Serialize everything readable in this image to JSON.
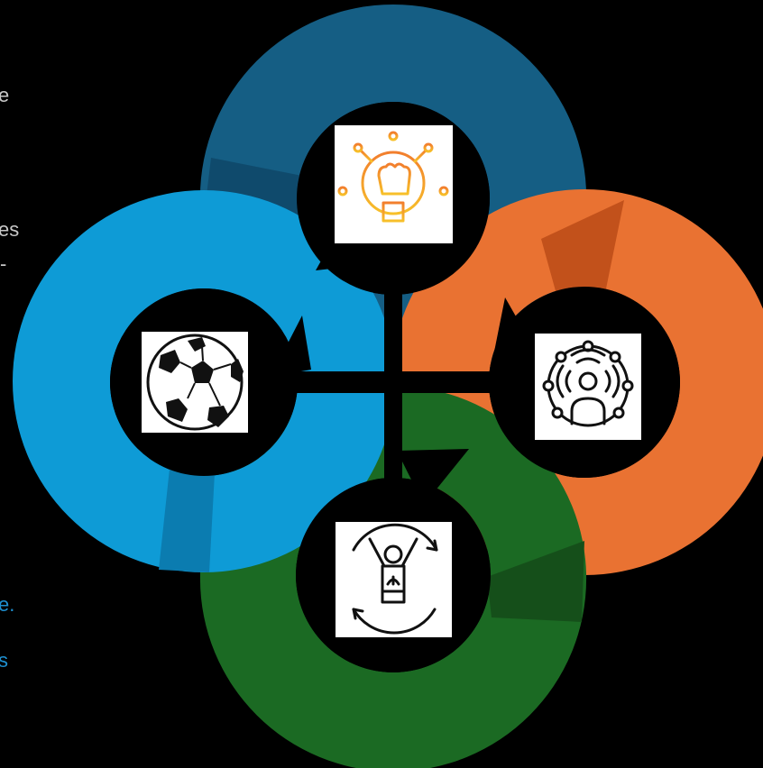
{
  "colors": {
    "background": "#000000",
    "blue_dark": "#155E84",
    "blue_dark_shade": "#0F4A6C",
    "blue_light": "#0E9BD6",
    "blue_light_shade": "#0B7CB0",
    "orange": "#E97232",
    "orange_shade": "#C2511B",
    "green": "#1B6A23",
    "green_shade": "#154F1A",
    "cross": "#000000"
  },
  "left_text_fragments": [
    {
      "text": "e",
      "color": "#C8C8C8"
    },
    {
      "text": "es",
      "color": "#C8C8C8"
    },
    {
      "text": "-",
      "color": "#C8C8C8"
    },
    {
      "text": "e.",
      "color": "#1E8FD0"
    },
    {
      "text": "s",
      "color": "#1E8FD0"
    }
  ],
  "nodes": [
    {
      "id": "top",
      "icon": "raised-fist-network-icon"
    },
    {
      "id": "left",
      "icon": "soccer-ball-icon"
    },
    {
      "id": "right",
      "icon": "broadcasting-person-network-icon"
    },
    {
      "id": "bottom",
      "icon": "cheering-fan-cycle-icon"
    }
  ]
}
